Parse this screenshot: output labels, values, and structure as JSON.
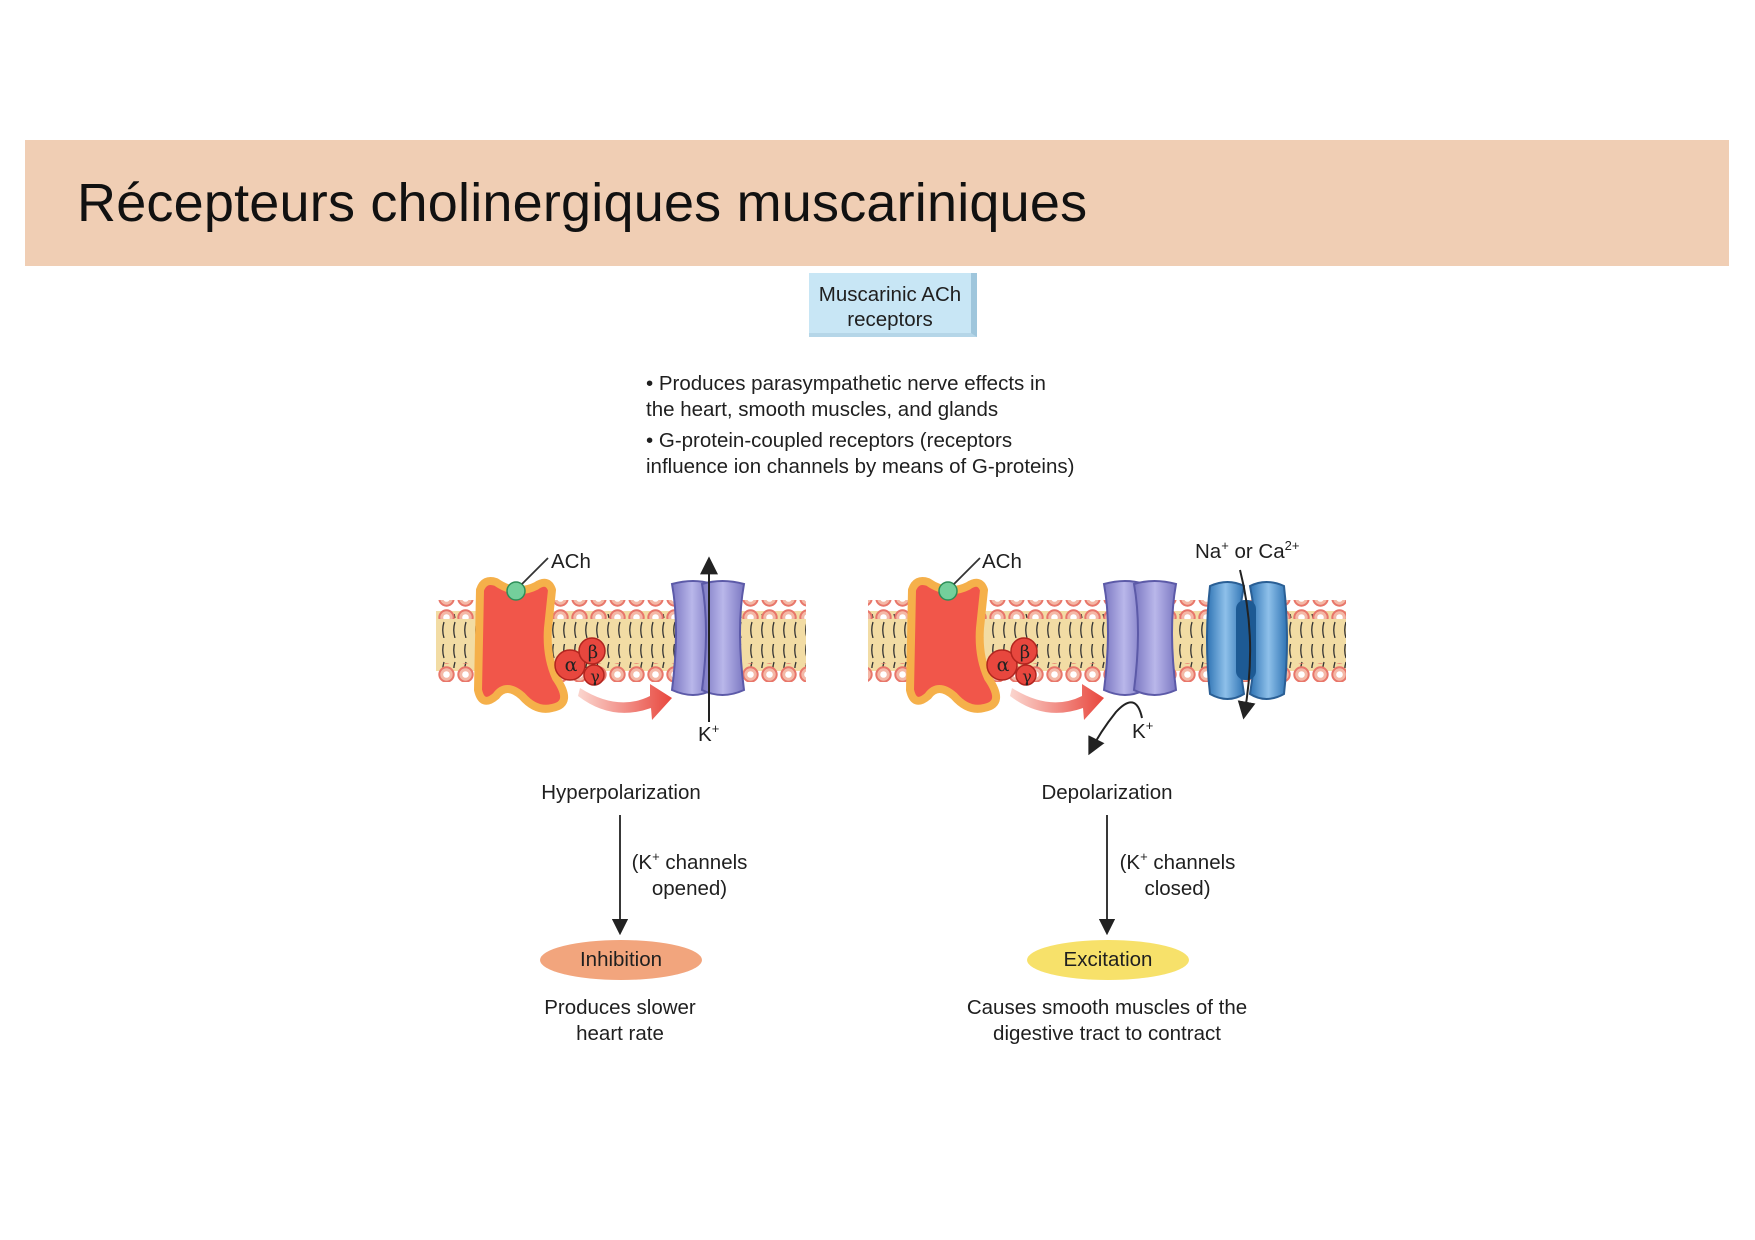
{
  "slide": {
    "title": "Récepteurs cholinergiques muscariniques"
  },
  "header_box": {
    "line1": "Muscarinic ACh",
    "line2": "receptors"
  },
  "bullets": [
    {
      "line1": "• Produces parasympathetic nerve effects in",
      "line2": "the heart, smooth muscles, and glands"
    },
    {
      "line1": "• G-protein-coupled receptors (receptors",
      "line2": "influence ion channels by means of G-proteins)"
    }
  ],
  "left_panel": {
    "ligand_label": "ACh",
    "gprotein": {
      "alpha": "α",
      "beta": "β",
      "gamma": "γ"
    },
    "ion_label": {
      "base": "K",
      "charge": "+"
    },
    "effect": "Hyperpolarization",
    "mechanism": {
      "prefix": "(K",
      "charge": "+",
      "suffix": " channels",
      "line2": "opened)"
    },
    "outcome": "Inhibition",
    "description": {
      "line1": "Produces slower",
      "line2": "heart rate"
    }
  },
  "right_panel": {
    "ligand_label": "ACh",
    "gprotein": {
      "alpha": "α",
      "beta": "β",
      "gamma": "γ"
    },
    "ion_label": {
      "base": "K",
      "charge": "+"
    },
    "cation_label": {
      "na": "Na",
      "na_charge": "+",
      "or": " or Ca",
      "ca_charge": "2+"
    },
    "effect": "Depolarization",
    "mechanism": {
      "prefix": "(K",
      "charge": "+",
      "suffix": " channels",
      "line2": "closed)"
    },
    "outcome": "Excitation",
    "description": {
      "line1": "Causes smooth muscles of the",
      "line2": "digestive tract to contract"
    }
  },
  "colors": {
    "title_band": "#f0ceb4",
    "header_box": "#c8e6f5",
    "membrane_core": "#f2dca4",
    "phospholipid_head": "#f4b8a6",
    "receptor_fill": "#f1564a",
    "receptor_border": "#f5b04a",
    "k_channel": "#a5a3dc",
    "cation_channel": "#4d90cf",
    "inhibition": "#f2a57d",
    "excitation": "#f7e16a"
  }
}
